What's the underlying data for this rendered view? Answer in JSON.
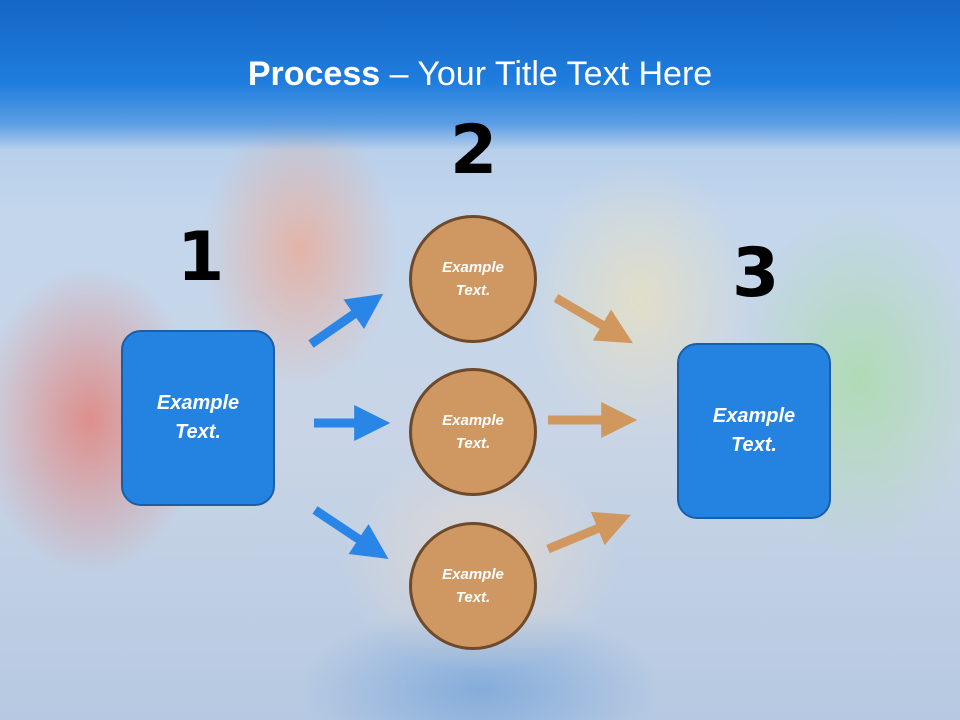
{
  "title": {
    "bold": "Process",
    "rest": " – Your Title Text Here"
  },
  "steps": {
    "one": "1",
    "two": "2",
    "three": "3"
  },
  "left_box": {
    "text": "Example Text."
  },
  "right_box": {
    "text": "Example Text."
  },
  "circles": [
    {
      "text": "Example Text."
    },
    {
      "text": "Example Text."
    },
    {
      "text": "Example Text."
    }
  ],
  "colors": {
    "header_blue": "#1f7ddd",
    "box_blue": "#2483e1",
    "circle_brown": "#cf9862",
    "circle_border": "#6e4a2a",
    "arrow_blue": "#2a86e6",
    "arrow_tan": "#d0975f"
  }
}
